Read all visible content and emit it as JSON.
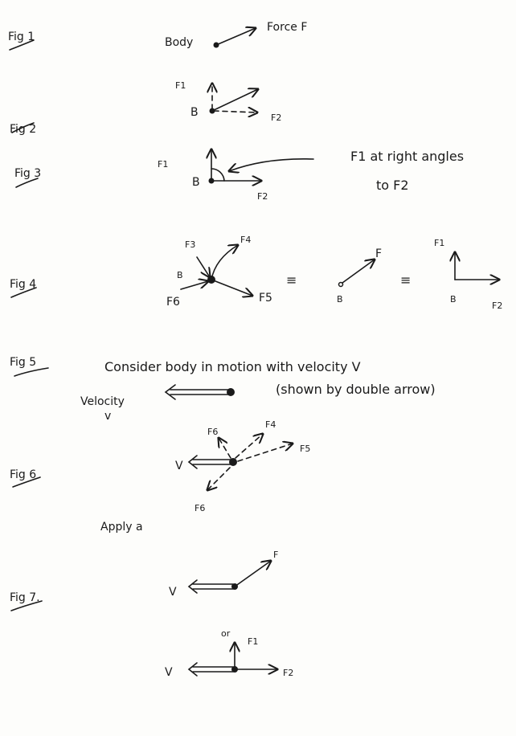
{
  "figures": {
    "fig1": {
      "label": "Fig 1",
      "body": "Body",
      "force": "Force F"
    },
    "fig2": {
      "label": "Fig 2",
      "f1": "F1",
      "b": "B",
      "f2": "F2"
    },
    "fig3": {
      "label": "Fig 3",
      "f1": "F1",
      "b": "B",
      "f2": "F2",
      "note_line1": "F1 at right angles",
      "note_line2": "to F2"
    },
    "fig4": {
      "label": "Fig 4",
      "b": "B",
      "f3": "F3",
      "f4": "F4",
      "f5": "F5",
      "f6": "F6",
      "equiv": "≡",
      "f": "F",
      "b2": "B",
      "b3": "B",
      "f1": "F1",
      "f2": "F2"
    },
    "fig5": {
      "label": "Fig 5",
      "text_line1": "Consider body in motion with velocity V",
      "text_line2": "(shown by double arrow)",
      "velocity": "Velocity",
      "v": "v"
    },
    "fig6": {
      "label": "Fig 6",
      "v": "V",
      "f6_top": "F6",
      "f4": "F4",
      "f5": "F5",
      "f6_bottom": "F6",
      "apply": "Apply a"
    },
    "fig7": {
      "label": "Fig 7.",
      "v": "V",
      "f": "F",
      "or": "or",
      "v2": "V",
      "f1": "F1",
      "f2": "F2"
    }
  }
}
